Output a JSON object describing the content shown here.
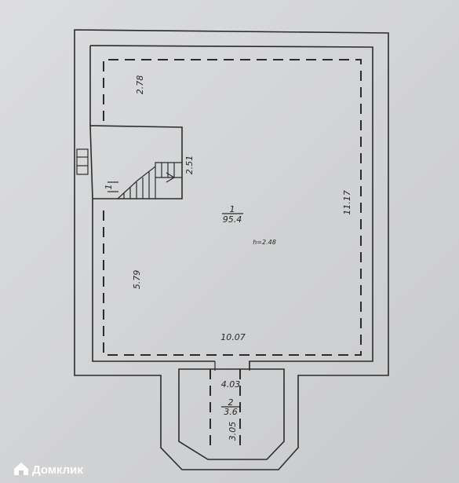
{
  "plan": {
    "room1": {
      "number": "1",
      "area": "95.4",
      "height": "h=2.48"
    },
    "room2": {
      "number": "2",
      "area": "3.6"
    },
    "dims": {
      "top_left": "2.78",
      "stair": "2.51",
      "left_lower": "5.79",
      "right": "11.17",
      "bottom": "10.07",
      "porch_width": "4.03",
      "porch_depth": "3.05"
    },
    "stair_label": "1",
    "watermark": "Домклик"
  }
}
